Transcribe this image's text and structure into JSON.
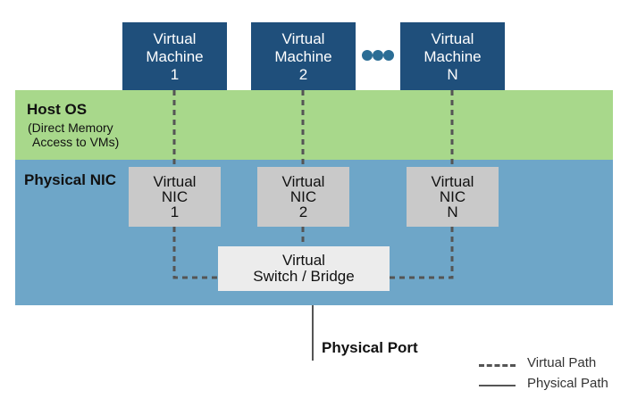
{
  "layers": {
    "host_os": {
      "title": "Host OS",
      "subtitle_line1": "(Direct Memory",
      "subtitle_line2": "Access to VMs)"
    },
    "physical_nic": {
      "title": "Physical NIC"
    }
  },
  "virtual_machines": [
    {
      "line1": "Virtual",
      "line2": "Machine",
      "line3": "1"
    },
    {
      "line1": "Virtual",
      "line2": "Machine",
      "line3": "2"
    },
    {
      "line1": "Virtual",
      "line2": "Machine",
      "line3": "N"
    }
  ],
  "virtual_nics": [
    {
      "line1": "Virtual",
      "line2": "NIC",
      "line3": "1"
    },
    {
      "line1": "Virtual",
      "line2": "NIC",
      "line3": "2"
    },
    {
      "line1": "Virtual",
      "line2": "NIC",
      "line3": "N"
    }
  ],
  "switch": {
    "line1": "Virtual",
    "line2": "Switch / Bridge"
  },
  "physical_port": {
    "label": "Physical Port"
  },
  "legend": {
    "virtual_path": "Virtual Path",
    "physical_path": "Physical Path"
  },
  "colors": {
    "vm_fill": "#1f4f7b",
    "host_os_fill": "#a8d88b",
    "physical_nic_fill": "#6ea6c8",
    "virtual_nic_fill": "#c9c9c9",
    "switch_fill": "#ececec",
    "ellipsis_dots": "#2b6d95",
    "path_stroke": "#555555"
  },
  "icons": {
    "ellipsis": "three-dots-icon"
  }
}
